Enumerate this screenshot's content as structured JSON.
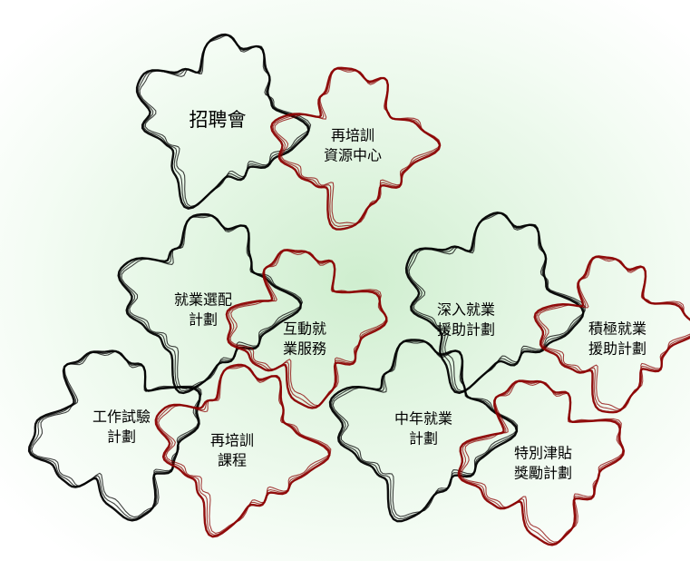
{
  "colors": {
    "dark_outline": "#000000",
    "red_outline": "#8b0000",
    "background_center": "#cfeecf"
  },
  "pieces": [
    {
      "id": "zhaopinhui",
      "label": "招聘會",
      "outline": "dark"
    },
    {
      "id": "zaipeixun-ziyuan",
      "label": "再培訓\n資源中心",
      "outline": "red"
    },
    {
      "id": "jiuye-xuanpei",
      "label": "就業選配\n計劃",
      "outline": "dark"
    },
    {
      "id": "hudong-jiuye",
      "label": "互動就\n業服務",
      "outline": "red"
    },
    {
      "id": "shenru-jiuye",
      "label": "深入就業\n援助計劃",
      "outline": "dark"
    },
    {
      "id": "jiji-jiuye",
      "label": "積極就業\n援助計劃",
      "outline": "red"
    },
    {
      "id": "gongzuo-shiyan",
      "label": "工作試驗\n計劃",
      "outline": "dark"
    },
    {
      "id": "zaipeixun-kecheng",
      "label": "再培訓\n課程",
      "outline": "red"
    },
    {
      "id": "zhongnian-jiuye",
      "label": "中年就業\n計劃",
      "outline": "dark"
    },
    {
      "id": "tebie-jintie",
      "label": "特別津貼\n獎勵計劃",
      "outline": "red"
    }
  ]
}
